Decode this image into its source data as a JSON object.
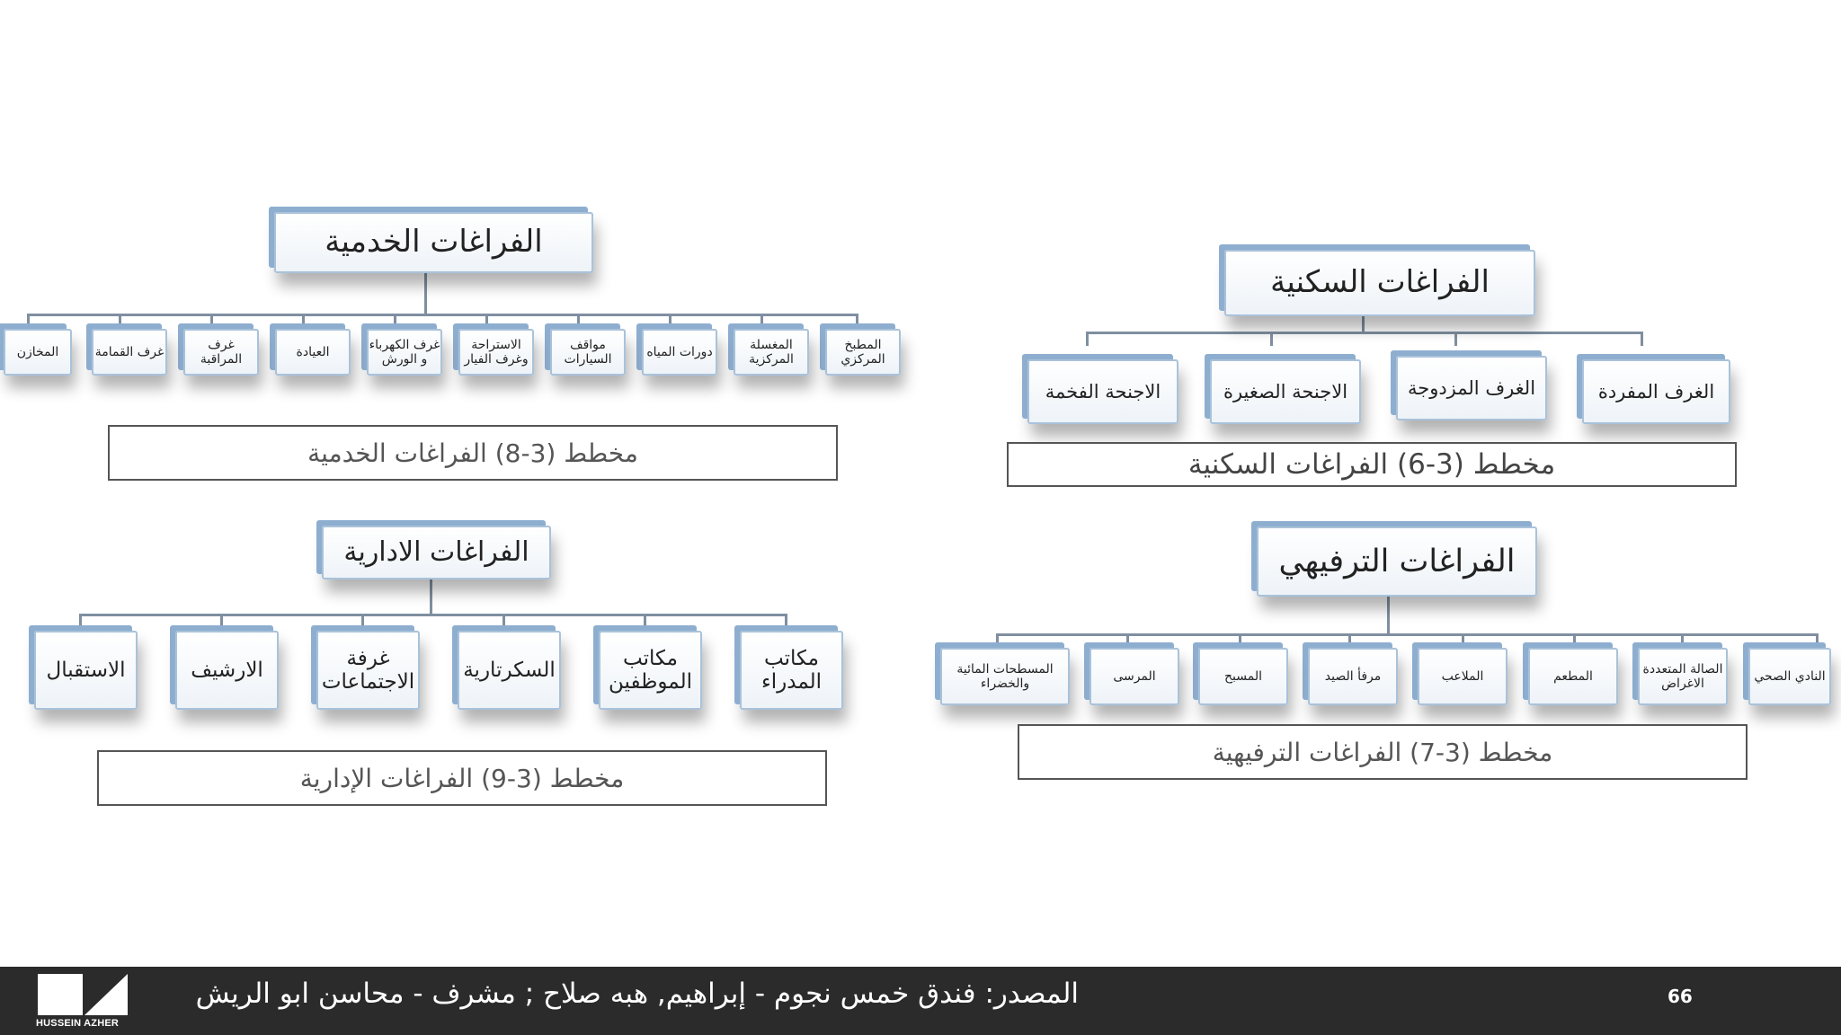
{
  "diagrams": {
    "service": {
      "title": "الفراغات الخدمية",
      "items": [
        "المطبخ المركزي",
        "المغسلة المركزية",
        "دورات المياه",
        "مواقف السيارات",
        "الاستراحة وغرف الفيار",
        "غرف الكهرباء و الورش",
        "العيادة",
        "غرف المراقبة",
        "غرف القمامة",
        "المخازن"
      ],
      "caption": "مخطط (3-8) الفراغات الخدمية"
    },
    "residential": {
      "title": "الفراغات السكنية",
      "items": [
        "الغرف المفردة",
        "الغرف المزدوجة",
        "الاجنحة الصغيرة",
        "الاجنحة الفخمة"
      ],
      "caption": "مخطط (3-6) الفراغات السكنية"
    },
    "administrative": {
      "title": "الفراغات الادارية",
      "items": [
        "مكاتب المدراء",
        "مكاتب الموظفين",
        "السكرتارية",
        "غرفة الاجتماعات",
        "الارشيف",
        "الاستقبال"
      ],
      "caption": "مخطط (3-9) الفراغات الإدارية"
    },
    "recreational": {
      "title": "الفراغات الترفيهي",
      "items": [
        "النادي الصحي",
        "الصالة المتعددة الاغراض",
        "المطعم",
        "الملاعب",
        "مرفأ الصيد",
        "المسبح",
        "المرسى",
        "المسطحات المائية والخضراء"
      ],
      "caption": "مخطط (3-7) الفراغات الترفيهية"
    }
  },
  "footer": {
    "logo_text": "HUSSEIN AZHER",
    "source_text": "المصدر: فندق خمس نجوم - إبراهيم, هبه صلاح ; مشرف - محاسن ابو الريش",
    "page_number": "66"
  }
}
